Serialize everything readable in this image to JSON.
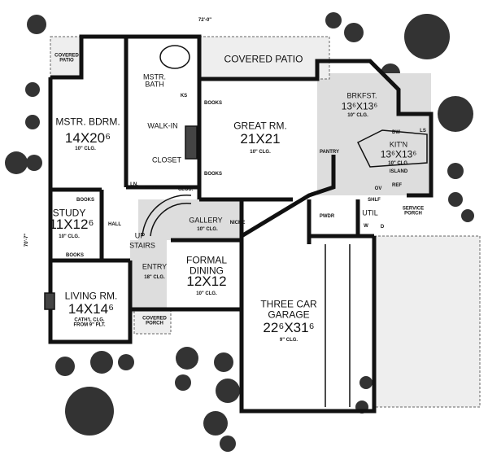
{
  "dimensions": {
    "width": "72'-0\"",
    "depth": "70'-7\""
  },
  "rooms": {
    "patio_small": {
      "name": "COVERED\nPATIO"
    },
    "mstr_bath": {
      "name": "MSTR.\nBATH",
      "ks": "KS"
    },
    "covered_patio": {
      "name": "COVERED PATIO"
    },
    "brkfst": {
      "name": "BRKFST.",
      "size": "13⁶X13⁶",
      "clg": "10\" CLG."
    },
    "mstr_bdrm": {
      "name": "MSTR. BDRM.",
      "size": "14X20⁶",
      "clg": "10\" CLG."
    },
    "walkin": {
      "name": "WALK-IN",
      "closet": "CLOSET"
    },
    "great_rm": {
      "name": "GREAT RM.",
      "size": "21X21",
      "clg": "10\" CLG."
    },
    "kitchen": {
      "name": "KIT'N",
      "size": "13⁶X13⁶",
      "clg": "10\" CLG.",
      "island": "ISLAND",
      "dw": "DW",
      "ls": "LS",
      "ov": "OV",
      "ref": "REF"
    },
    "pantry": {
      "name": "PANTRY"
    },
    "study": {
      "name": "STUDY",
      "size": "11X12⁶",
      "clg": "10\" CLG.",
      "books": "BOOKS"
    },
    "hall": {
      "name": "HALL"
    },
    "stairs": {
      "up": "UP",
      "name": "STAIRS",
      "ln": "LN.",
      "clos": "CLOS.",
      "niche": "NICHE"
    },
    "gallery": {
      "name": "GALLERY",
      "clg": "10\" CLG.",
      "niche": "NICHE"
    },
    "entry": {
      "name": "ENTRY",
      "clg": "18\" CLG."
    },
    "dining": {
      "name": "FORMAL\nDINING",
      "size": "12X12",
      "clg": "10\" CLG."
    },
    "garage": {
      "name": "THREE CAR\nGARAGE",
      "size": "22⁶X31⁶",
      "clg": "9\" CLG."
    },
    "living": {
      "name": "LIVING RM.",
      "size": "14X14⁶",
      "clg": "CATH'L CLG.\nFROM 9\" PLT."
    },
    "porch": {
      "name": "COVERED\nPORCH"
    },
    "pwdr": {
      "name": "PWDR"
    },
    "util": {
      "name": "UTIL",
      "shlf": "SHLF",
      "w": "W",
      "d": "D"
    },
    "service_porch": {
      "name": "SERVICE\nPORCH"
    },
    "books_label": "BOOKS"
  }
}
